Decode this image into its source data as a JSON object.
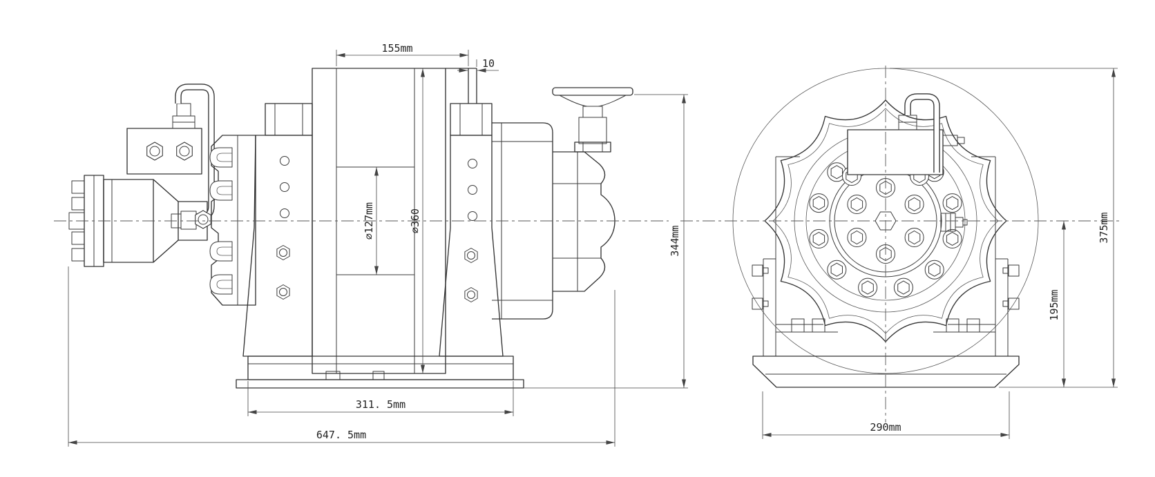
{
  "meta": {
    "background": "#ffffff",
    "line_color": "#333333",
    "dim_text_color": "#222222"
  },
  "side_view": {
    "dims": {
      "drum_length": "155mm",
      "flange_thickness": "10",
      "drum_diameter": "⌀127mm",
      "flange_diameter": "⌀360",
      "base_length": "311. 5mm",
      "overall_length": "647. 5mm",
      "overall_height": "344mm"
    }
  },
  "front_view": {
    "dims": {
      "overall_height": "375mm",
      "axis_height": "195mm",
      "base_width": "290mm"
    }
  }
}
